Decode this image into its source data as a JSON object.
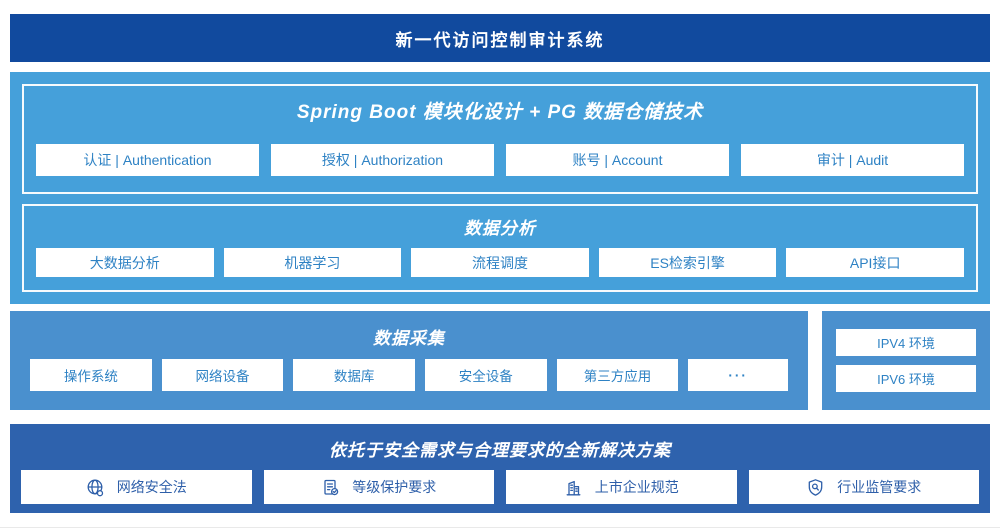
{
  "colors": {
    "banner_bg": "#114a9e",
    "platform_bg": "#45a0da",
    "collect_bg": "#4a90ce",
    "solution_bg": "#2e62ad",
    "pill_text": "#2e82c4",
    "solution_text": "#2e5fa9"
  },
  "banner": {
    "title": "新一代访问控制审计系统"
  },
  "platform": {
    "springboot": {
      "title": "Spring Boot 模块化设计 + PG 数据仓储技术",
      "items": [
        "认证 | Authentication",
        "授权 | Authorization",
        "账号 | Account",
        "审计 | Audit"
      ]
    },
    "analysis": {
      "title": "数据分析",
      "items": [
        "大数据分析",
        "机器学习",
        "流程调度",
        "ES检索引擎",
        "API接口"
      ]
    }
  },
  "collection": {
    "title": "数据采集",
    "items": [
      "操作系统",
      "网络设备",
      "数据库",
      "安全设备",
      "第三方应用",
      "···"
    ]
  },
  "environment": {
    "items": [
      "IPV4 环境",
      "IPV6 环境"
    ]
  },
  "solution": {
    "title": "依托于安全需求与合理要求的全新解决方案",
    "items": [
      {
        "icon": "globe-icon",
        "label": "网络安全法"
      },
      {
        "icon": "document-check-icon",
        "label": "等级保护要求"
      },
      {
        "icon": "building-icon",
        "label": "上市企业规范"
      },
      {
        "icon": "shield-search-icon",
        "label": "行业监管要求"
      }
    ]
  }
}
